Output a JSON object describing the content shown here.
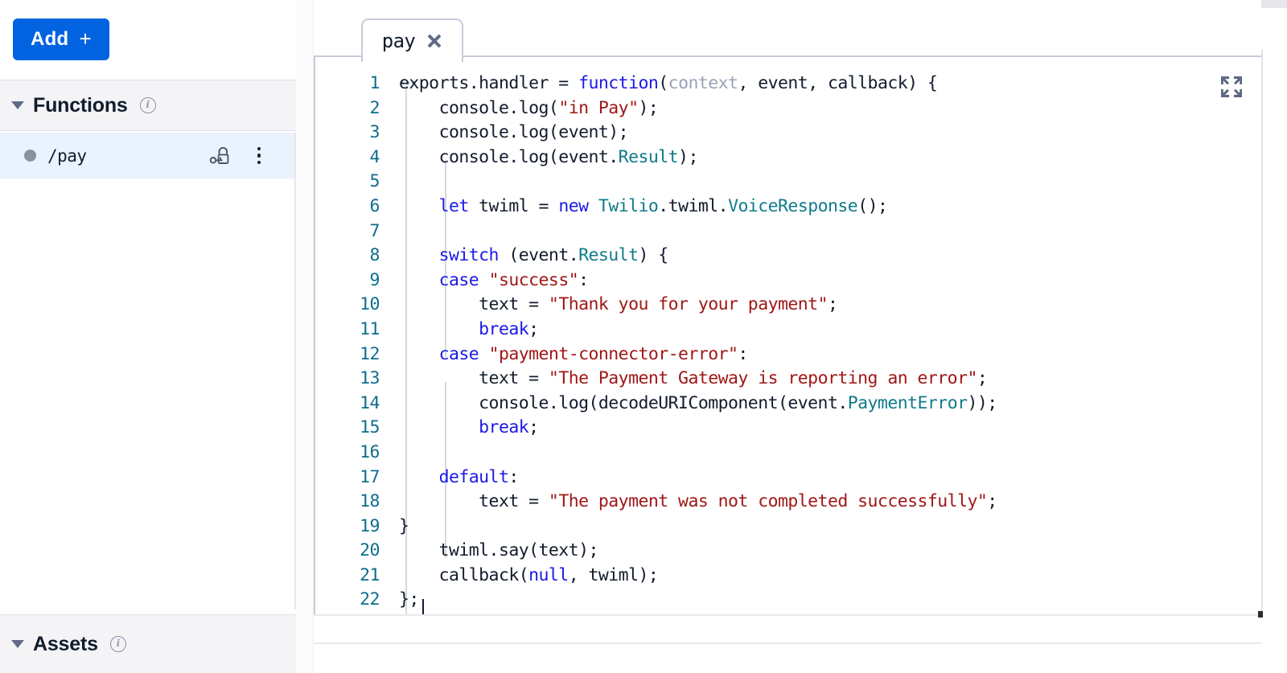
{
  "sidebar": {
    "add_button": {
      "label": "Add",
      "icon": "plus-icon",
      "glyph": "+"
    },
    "sections": [
      {
        "id": "functions",
        "title": "Functions",
        "info_icon": "info-icon",
        "collapsed": false
      },
      {
        "id": "assets",
        "title": "Assets",
        "info_icon": "info-icon",
        "collapsed": false
      }
    ],
    "functions": [
      {
        "name": "/pay",
        "selected": true,
        "status_dot_color": "#8891a0",
        "visibility_icon": "lock-icon",
        "menu_icon": "kebab-menu-icon"
      }
    ]
  },
  "editor": {
    "tabs": [
      {
        "label": "pay",
        "active": true,
        "close_icon": "close-icon"
      }
    ],
    "expand_icon": "expand-fullscreen-icon",
    "fold_indicator": "code-fold-dots",
    "language": "javascript",
    "cursor_line": 22,
    "cursor_column": 3,
    "lines": [
      {
        "n": "1",
        "text": "exports.handler = function(context, event, callback) {"
      },
      {
        "n": "2",
        "text": "    console.log(\"in Pay\");"
      },
      {
        "n": "3",
        "text": "    console.log(event);"
      },
      {
        "n": "4",
        "text": "    console.log(event.Result);"
      },
      {
        "n": "5",
        "text": ""
      },
      {
        "n": "6",
        "text": "    let twiml = new Twilio.twiml.VoiceResponse();"
      },
      {
        "n": "7",
        "text": ""
      },
      {
        "n": "8",
        "text": "    switch (event.Result) {"
      },
      {
        "n": "9",
        "text": "    case \"success\":"
      },
      {
        "n": "10",
        "text": "        text = \"Thank you for your payment\";"
      },
      {
        "n": "11",
        "text": "        break;"
      },
      {
        "n": "12",
        "text": "    case \"payment-connector-error\":"
      },
      {
        "n": "13",
        "text": "        text = \"The Payment Gateway is reporting an error\";"
      },
      {
        "n": "14",
        "text": "        console.log(decodeURIComponent(event.PaymentError));"
      },
      {
        "n": "15",
        "text": "        break;"
      },
      {
        "n": "16",
        "text": ""
      },
      {
        "n": "17",
        "text": "    default:"
      },
      {
        "n": "18",
        "text": "        text = \"The payment was not completed successfully\";"
      },
      {
        "n": "19",
        "text": "}"
      },
      {
        "n": "20",
        "text": "    twiml.say(text);"
      },
      {
        "n": "21",
        "text": "    callback(null, twiml);"
      },
      {
        "n": "22",
        "text": "};"
      }
    ]
  },
  "colors": {
    "brand_blue": "#0263e0",
    "selected_row": "#e9f2fd",
    "section_bg": "#f4f4f6",
    "line_number": "#0e6e8c",
    "keyword": "#1a1ae6",
    "string": "#a01717",
    "property": "#0f7b8a",
    "dimmed_param": "#9ba3b4",
    "text": "#121c2d"
  }
}
